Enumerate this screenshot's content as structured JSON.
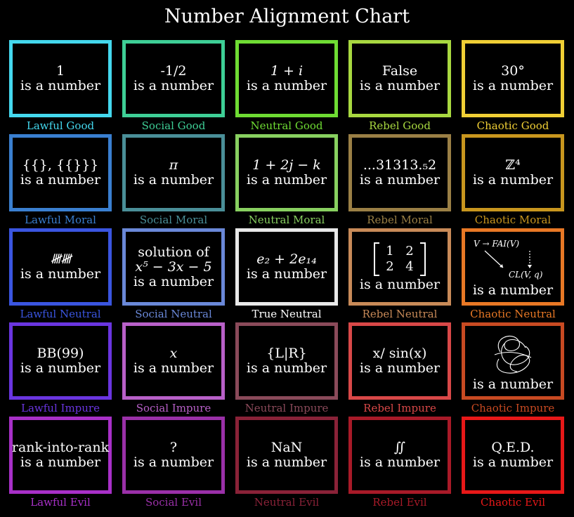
{
  "title": "Number Alignment Chart",
  "subtitle_phrase": "is a number",
  "cells": [
    {
      "value": "1",
      "label": "Lawful Good",
      "border": "#44d8ee",
      "label_color": "#44d8ee"
    },
    {
      "value": "-1/2",
      "label": "Social Good",
      "border": "#3ecf96",
      "label_color": "#3ecf96"
    },
    {
      "value": "1 + i",
      "italic": true,
      "label": "Neutral Good",
      "border": "#6fdc33",
      "label_color": "#6fdc33"
    },
    {
      "value": "False",
      "label": "Rebel Good",
      "border": "#a8d840",
      "label_color": "#a8d840"
    },
    {
      "value": "30°",
      "label": "Chaotic Good",
      "border": "#f0cf35",
      "label_color": "#f0cf35"
    },
    {
      "value": "{{}, {{}}}",
      "label": "Lawful Moral",
      "border": "#3a7fd0",
      "label_color": "#3a7fd0"
    },
    {
      "value": "π",
      "italic": true,
      "label": "Social Moral",
      "border": "#4a8f98",
      "label_color": "#4a8f98"
    },
    {
      "value": "1 + 2j − k",
      "italic": true,
      "label": "Neutral Moral",
      "border": "#88d060",
      "label_color": "#88d060"
    },
    {
      "value": "...31313.₅2",
      "label": "Rebel Moral",
      "border": "#9a7f45",
      "label_color": "#9a7f45"
    },
    {
      "value": "ℤ⁴",
      "label": "Chaotic Moral",
      "border": "#c8961e",
      "label_color": "#c8961e"
    },
    {
      "value": "𝍸𝍸",
      "hatch": true,
      "label": "Lawful Neutral",
      "border": "#3a55e0",
      "label_color": "#3a55e0"
    },
    {
      "value": "solution of",
      "value2": "x⁵ − 3x − 5",
      "label": "Social Neutral",
      "border": "#6a88d8",
      "label_color": "#6a88d8"
    },
    {
      "value": "e₂ + 2e₁₄",
      "italic": true,
      "label": "True Neutral",
      "border": "#e8e8e8",
      "label_color": "#ffffff"
    },
    {
      "matrix": [
        "1",
        "2",
        "2",
        "4"
      ],
      "label": "Rebel Neutral",
      "border": "#c88a58",
      "label_color": "#c88a58"
    },
    {
      "diagram": {
        "top": "V → FAI(V)",
        "bottom": "CL(V, q)"
      },
      "label": "Chaotic Neutral",
      "border": "#e87825",
      "label_color": "#e87825"
    },
    {
      "value": "BB(99)",
      "label": "Lawful Impure",
      "border": "#6a35e0",
      "label_color": "#6a35e0"
    },
    {
      "value": "x",
      "italic": true,
      "label": "Social Impure",
      "border": "#b860c8",
      "label_color": "#b860c8"
    },
    {
      "value": "{L|R}",
      "label": "Neutral Impure",
      "border": "#8a4a5a",
      "label_color": "#8a4a5a"
    },
    {
      "value": "x/ sin(x)",
      "label": "Rebel Impure",
      "border": "#d84848",
      "label_color": "#d84848"
    },
    {
      "knot": true,
      "label": "Chaotic Impure",
      "border": "#c84a22",
      "label_color": "#c84a22"
    },
    {
      "value": "rank-into-rank",
      "label": "Lawful Evil",
      "border": "#a830c8",
      "label_color": "#a830c8"
    },
    {
      "value": "?",
      "label": "Social Evil",
      "border": "#9a30a8",
      "label_color": "#9a30a8"
    },
    {
      "value": "NaN",
      "label": "Neutral Evil",
      "border": "#8a2238",
      "label_color": "#8a2238"
    },
    {
      "value": "∬",
      "italic": true,
      "label": "Rebel Evil",
      "border": "#a81a28",
      "label_color": "#a81a28"
    },
    {
      "value": "Q.E.D.",
      "label": "Chaotic Evil",
      "border": "#e81818",
      "label_color": "#e81818"
    }
  ]
}
